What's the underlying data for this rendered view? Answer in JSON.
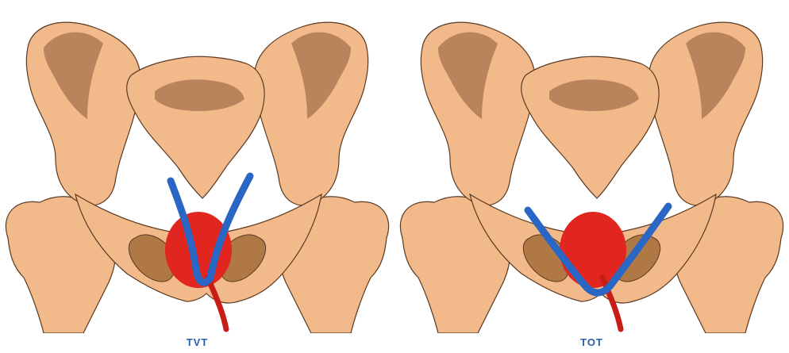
{
  "colors": {
    "bone_light": "#f2b98a",
    "bone_mid": "#d9a06b",
    "bone_dark": "#8a5a37",
    "bone_shadow": "#b07845",
    "outline": "#5b3a22",
    "bladder": "#e0261e",
    "urethra": "#c81d16",
    "tape": "#2a66c4",
    "caption": "#2b5ca8"
  },
  "panels": [
    {
      "caption": "TVT",
      "tape_path": "retropubic",
      "bladder_icon": "bladder-icon",
      "tape_icon": "tape-icon"
    },
    {
      "caption": "TOT",
      "tape_path": "transobturator",
      "bladder_icon": "bladder-icon",
      "tape_icon": "tape-icon"
    }
  ]
}
